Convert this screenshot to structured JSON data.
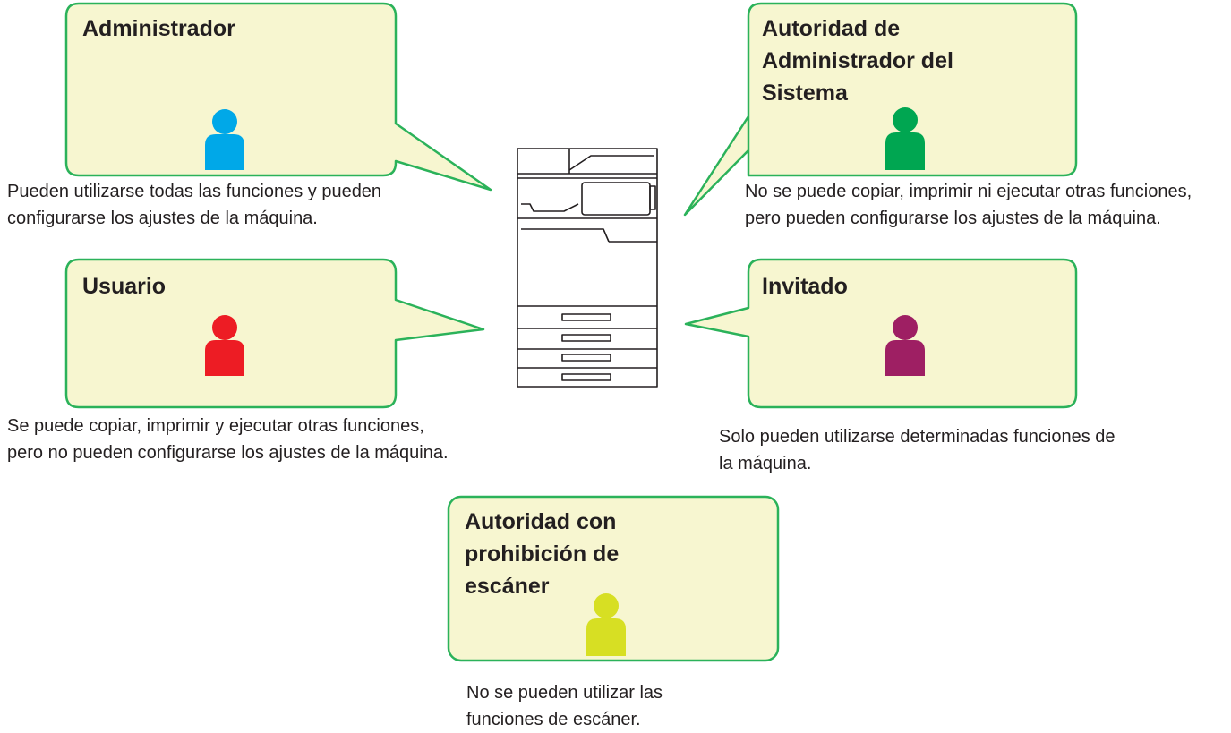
{
  "colors": {
    "bubble_fill": "#f7f6d0",
    "bubble_border": "#2bb25a",
    "machine_stroke": "#231f20"
  },
  "roles": {
    "administrator": {
      "title": "Administrador",
      "description": "Pueden utilizarse todas las funciones y pueden configurarse los ajustes de la máquina.",
      "icon": "person-icon",
      "color": "#00a8e8"
    },
    "system_admin_authority": {
      "title": "Autoridad de Administrador del Sistema",
      "description": "No se puede copiar, imprimir ni ejecutar otras funciones, pero pueden configurarse los ajustes de la máquina.",
      "icon": "person-icon",
      "color": "#00a651"
    },
    "user": {
      "title": "Usuario",
      "description": "Se puede copiar, imprimir y ejecutar otras funciones, pero no pueden configurarse los ajustes de la máquina.",
      "icon": "person-icon",
      "color": "#ed1c24"
    },
    "guest": {
      "title": "Invitado",
      "description": "Solo pueden utilizarse determinadas funciones de la máquina.",
      "icon": "person-icon",
      "color": "#9e1f63"
    },
    "scanner_prohibited": {
      "title": "Autoridad con prohibición de escáner",
      "description": "No se pueden utilizar las funciones de escáner.",
      "icon": "person-icon",
      "color": "#d7df23"
    }
  },
  "machine": {
    "icon": "multifunction-printer-icon"
  }
}
